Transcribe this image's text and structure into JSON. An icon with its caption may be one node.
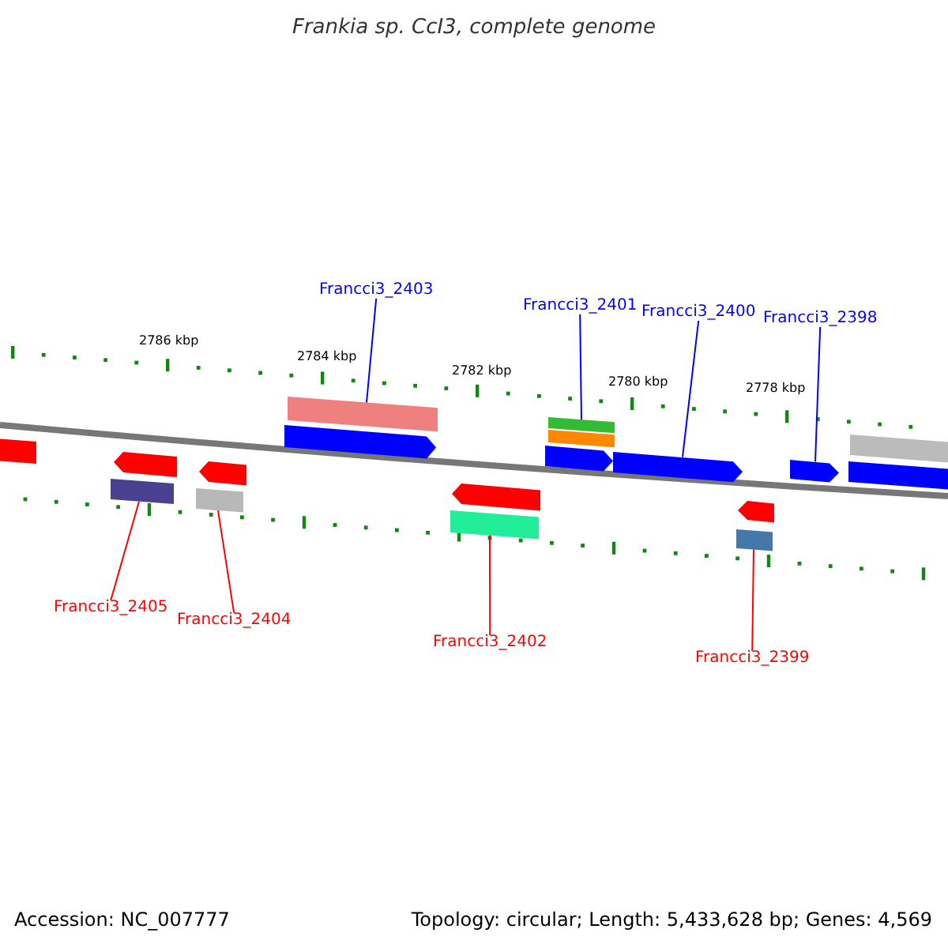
{
  "diagram": {
    "title": "Frankia sp. CcI3, complete genome",
    "nodes": [
      {
        "text": [
          "Francci3_2403"
        ]
      },
      {
        "text": [],
        "shape": "bar"
      },
      {
        "text": [
          "Francci3_2401"
        ]
      },
      {
        "text": [],
        "shape": "bar"
      },
      {
        "text": [
          "Francci3_2400"
        ]
      },
      {
        "text": [],
        "shape": "arrow"
      },
      {
        "text": [
          "Francci3_2398"
        ]
      },
      {
        "text": [],
        "shape": "arrow"
      },
      {
        "text": [
          "Francci3_2405"
        ]
      },
      {
        "text": [],
        "shape": "bar"
      },
      {
        "text": [
          "Francci3_2404"
        ]
      },
      {
        "text": [],
        "shape": "bar"
      },
      {
        "text": [
          "Francci3_2402"
        ]
      },
      {
        "text": [],
        "shape": "bar"
      },
      {
        "text": [
          "Francci3_2399"
        ]
      },
      {
        "text": [],
        "shape": "bar"
      },
      {
        "text": [],
        "shape": "bar"
      },
      {
        "text": [],
        "shape": "arrow"
      },
      {
        "text": [],
        "shape": "arrow"
      },
      {
        "text": [],
        "shape": "arrow"
      },
      {
        "text": [],
        "shape": "arrow"
      },
      {
        "text": [],
        "shape": "bar"
      },
      {
        "text": [],
        "shape": "arrow"
      },
      {
        "text": [],
        "shape": "bar"
      },
      {
        "text": [],
        "shape": "bar"
      },
      {
        "text": [],
        "shape": "arrow"
      }
    ],
    "edges": [
      {
        "from": 0,
        "to": 1,
        "arrow": "none",
        "color": "#0000ff"
      },
      {
        "from": 2,
        "to": 3,
        "arrow": "none",
        "color": "#0000ff"
      },
      {
        "from": 4,
        "to": 5,
        "arrow": "none",
        "color": "#0000ff"
      },
      {
        "from": 6,
        "to": 7,
        "arrow": "none",
        "color": "#0000ff"
      },
      {
        "from": 8,
        "to": 9,
        "arrow": "none",
        "color": "#ff0000"
      },
      {
        "from": 10,
        "to": 11,
        "arrow": "none",
        "color": "#ff0000"
      },
      {
        "from": 12,
        "to": 13,
        "arrow": "none",
        "color": "#ff0000"
      },
      {
        "from": 14,
        "to": 15,
        "arrow": "none",
        "color": "#ff0000"
      }
    ],
    "labels": [
      "2786 kbp",
      "2784 kbp",
      "2782 kbp",
      "2780 kbp",
      "2778 kbp",
      "Accession: NC_007777",
      "Topology: circular; Length: 5,433,628 bp; Genes: 4,569"
    ]
  }
}
